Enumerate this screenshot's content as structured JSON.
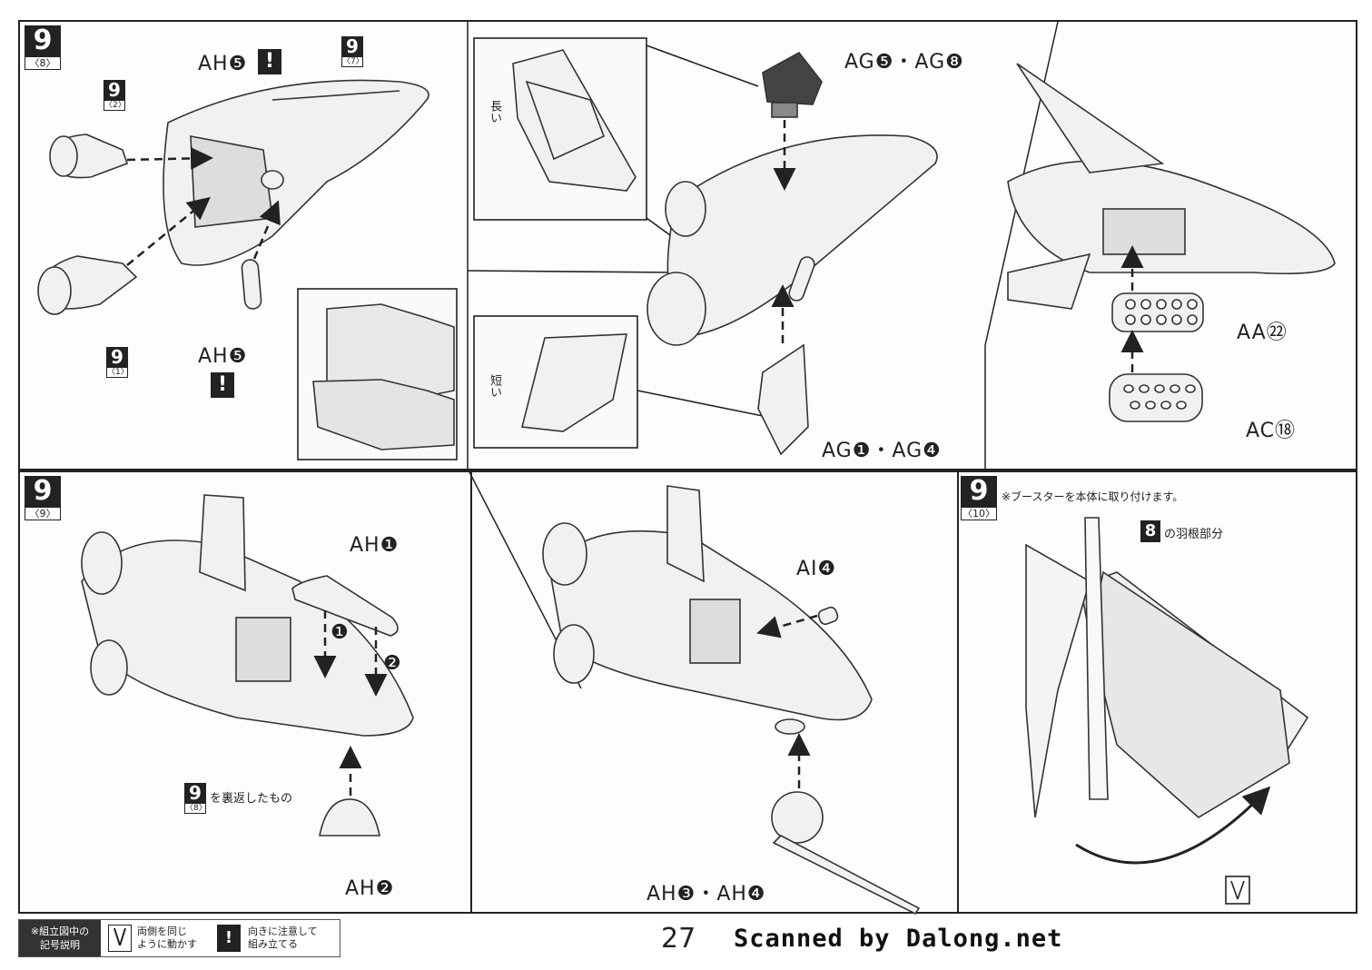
{
  "steps": {
    "s8": {
      "num": "9",
      "sub": "〈8〉"
    },
    "s2": {
      "num": "9",
      "sub": "〈2〉"
    },
    "s7": {
      "num": "9",
      "sub": "〈7〉"
    },
    "s1": {
      "num": "9",
      "sub": "〈1〉"
    },
    "s9": {
      "num": "9",
      "sub": "〈9〉"
    },
    "s8b": {
      "num": "9",
      "sub": "〈8〉"
    },
    "s10": {
      "num": "9",
      "sub": "〈10〉"
    }
  },
  "parts": {
    "ah5_top": "AH❺",
    "ah5_bottom": "AH❺",
    "ag5_ag8": "AG❺・AG❽",
    "ag1_ag4": "AG❶・AG❹",
    "aa22": "AA㉒",
    "ac18": "AC⑱",
    "ah1": "AH❶",
    "ai4": "AI❹",
    "ah2": "AH❷",
    "ah3_ah4": "AH❸・AH❹",
    "arrow1": "❶",
    "arrow2": "❷"
  },
  "callouts": {
    "long": "長い",
    "short": "短い",
    "flipped_suffix": "を裏返したもの",
    "booster_note": "※ブースターを本体に取り付けます。",
    "wing_root_num": "8",
    "wing_root_suffix": "の羽根部分"
  },
  "legend": {
    "title_line1": "※組立図中の",
    "title_line2": "記号説明",
    "item1_line1": "両側を同じ",
    "item1_line2": "ように動かす",
    "item2_symbol": "!",
    "item2_line1": "向きに注意して",
    "item2_line2": "組み立てる"
  },
  "footer": {
    "page_number": "27",
    "credit": "Scanned by Dalong.net"
  },
  "caution_symbol": "!"
}
